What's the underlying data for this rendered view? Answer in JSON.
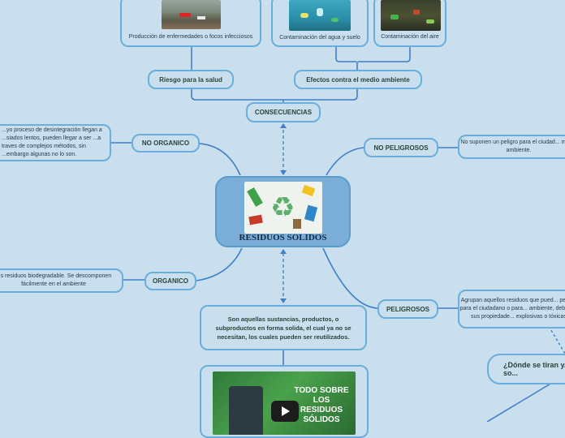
{
  "center": {
    "title": "RESIDUOS SOLIDOS",
    "image_icon": "recycle-icon"
  },
  "consecuencias": {
    "label": "CONSECUENCIAS",
    "salud": "Riesgo para la salud",
    "ambiente": "Efectos contra el medio ambiente",
    "cards": [
      "Producción de enfermedades o focos infecciosos",
      "Contaminación del agua y suelo",
      "Contaminación del aire"
    ]
  },
  "no_organico": {
    "label": "NO ORGANICO",
    "description": "...yo proceso de desintegración llegan a ...siados lentos, pueden llegar a ser ...a traves de complejos métodos, sin ...embargo algunas no lo son."
  },
  "organico": {
    "label": "ORGANICO",
    "description": "...s residuos biodegradable. Se descomponen fácilmente en el ambiente"
  },
  "no_peligrosos": {
    "label": "NO PELIGROSOS",
    "description": "No suponen un peligro para el ciudad... medio ambiente."
  },
  "peligrosos": {
    "label": "PELIGROSOS",
    "description": "Agrupan aquellos residuos que pued... peligro para el ciudadano o para... ambiente, debido a sus propiedade... explosivas o tóxicas"
  },
  "definicion": "Son aquellas sustancias, productos, o subproductos en forma solida, el cual ya no se necesitan, los cuales pueden ser reutilizados.",
  "donde": "¿Dónde se tiran y... so...",
  "video": {
    "title": "TODO SOBRE LOS RESIDUOS SÓLIDOS",
    "play_icon": "play-icon"
  },
  "colors": {
    "background": "#c9dfed",
    "border": "#6aaedc",
    "connector": "#3f7fc8",
    "center": "#7aaed8"
  }
}
